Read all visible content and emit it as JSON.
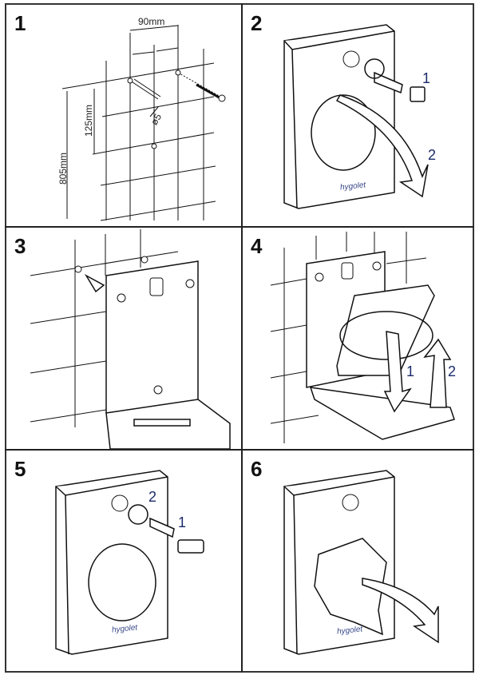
{
  "document": {
    "title": "Hygolet sanitary bin installation steps",
    "brand": "hygolet",
    "colors": {
      "line": "#111111",
      "label": "#1a2b6a",
      "border": "#333333"
    }
  },
  "steps": [
    {
      "number": "1",
      "description": "wall drilling dimensions",
      "dimensions": {
        "width": "90mm",
        "drill": "ø5",
        "hole_spacing": "125mm",
        "height": "805mm"
      }
    },
    {
      "number": "2",
      "description": "unlock with key and open cover",
      "callouts": [
        "1",
        "2"
      ],
      "brand": "hygolet"
    },
    {
      "number": "3",
      "description": "hang back plate onto screws"
    },
    {
      "number": "4",
      "description": "insert bag and close lid",
      "callouts": [
        "1",
        "2"
      ]
    },
    {
      "number": "5",
      "description": "lock with key",
      "callouts": [
        "2",
        "1"
      ],
      "brand": "hygolet"
    },
    {
      "number": "6",
      "description": "remove used bag",
      "brand": "hygolet"
    }
  ]
}
